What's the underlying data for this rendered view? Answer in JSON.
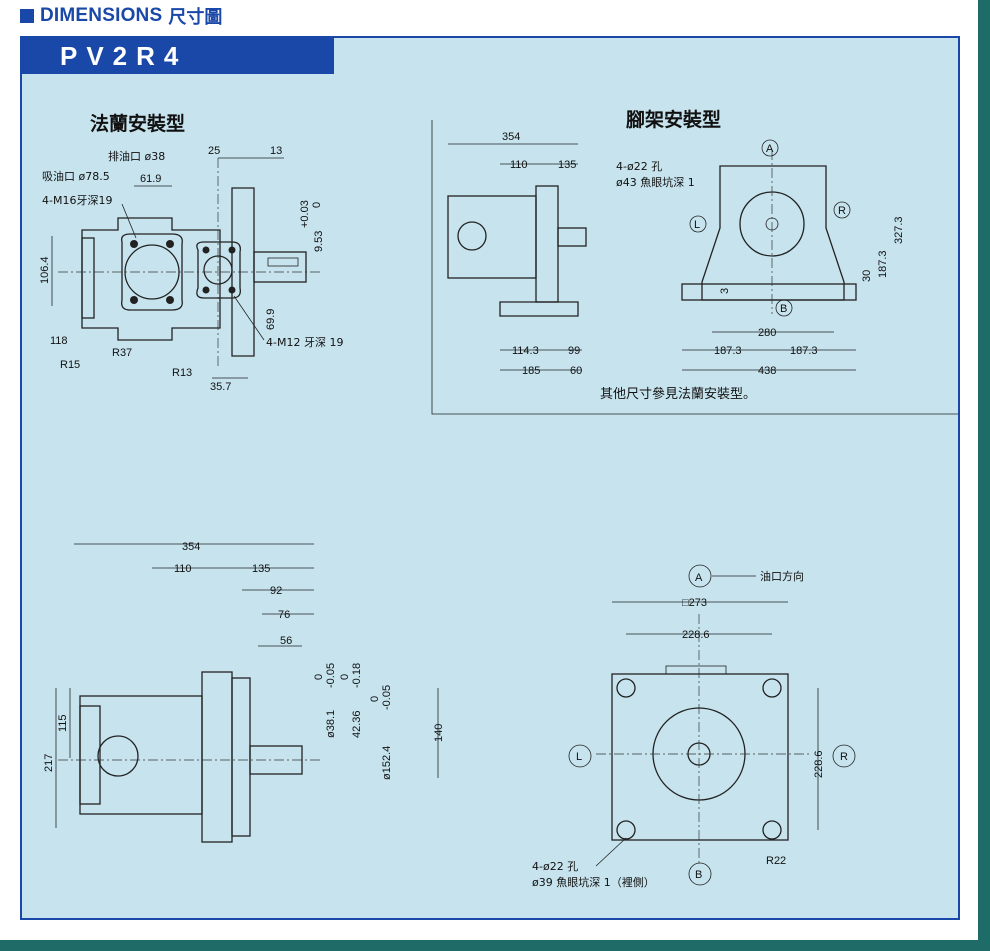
{
  "header": {
    "title_en": "DIMENSIONS",
    "title_zh": "尺寸圖"
  },
  "model": "PV2R4",
  "views": {
    "flange": {
      "title": "法蘭安裝型",
      "labels": {
        "outlet": "排油口 ø38",
        "inlet": "吸油口 ø78.5",
        "d25": "25",
        "d13": "13",
        "d61_9": "61.9",
        "m16": "4-M16牙深19",
        "tol": "+0.03",
        "tol_zero": "0",
        "d9_53": "9.53",
        "d106_4": "106.4",
        "d69_9": "69.9",
        "m12": "4-M12 牙深 19",
        "d118": "118",
        "r37": "R37",
        "r15": "R15",
        "r13": "R13",
        "d35_7": "35.7"
      }
    },
    "foot": {
      "title": "腳架安裝型",
      "labels": {
        "d354": "354",
        "d110": "110",
        "d135": "135",
        "hole": "4-ø22 孔",
        "counterbore": "ø43 魚眼坑深 1",
        "A": "A",
        "L": "L",
        "R": "R",
        "B": "B",
        "d327_3": "327.3",
        "d187_3v": "187.3",
        "d30": "30",
        "d3": "3",
        "d280": "280",
        "d187_3a": "187.3",
        "d187_3b": "187.3",
        "d438": "438",
        "d114_3": "114.3",
        "d99": "99",
        "d185": "185",
        "d60": "60",
        "note": "其他尺寸參見法蘭安裝型。"
      }
    },
    "side": {
      "labels": {
        "d354": "354",
        "d110": "110",
        "d135": "135",
        "d92": "92",
        "d76": "76",
        "d56": "56",
        "d217": "217",
        "d115": "115",
        "d140": "140",
        "shaft_tol_upper": "0",
        "shaft_tol": "-0.05",
        "d38_1": "ø38.1",
        "key_tol_upper": "0",
        "key_tol": "-0.18",
        "d42_36": "42.36",
        "pilot_tol_upper": "0",
        "pilot_tol": "-0.05",
        "d152_4": "ø152.4"
      }
    },
    "front": {
      "labels": {
        "A": "A",
        "port_dir": "油口方向",
        "d273": "□273",
        "d228_6h": "228.6",
        "d228_6v": "228.6",
        "L": "L",
        "R": "R",
        "B": "B",
        "r22": "R22",
        "hole": "4-ø22 孔",
        "counterbore": "ø39 魚眼坑深 1（裡側）"
      }
    }
  }
}
